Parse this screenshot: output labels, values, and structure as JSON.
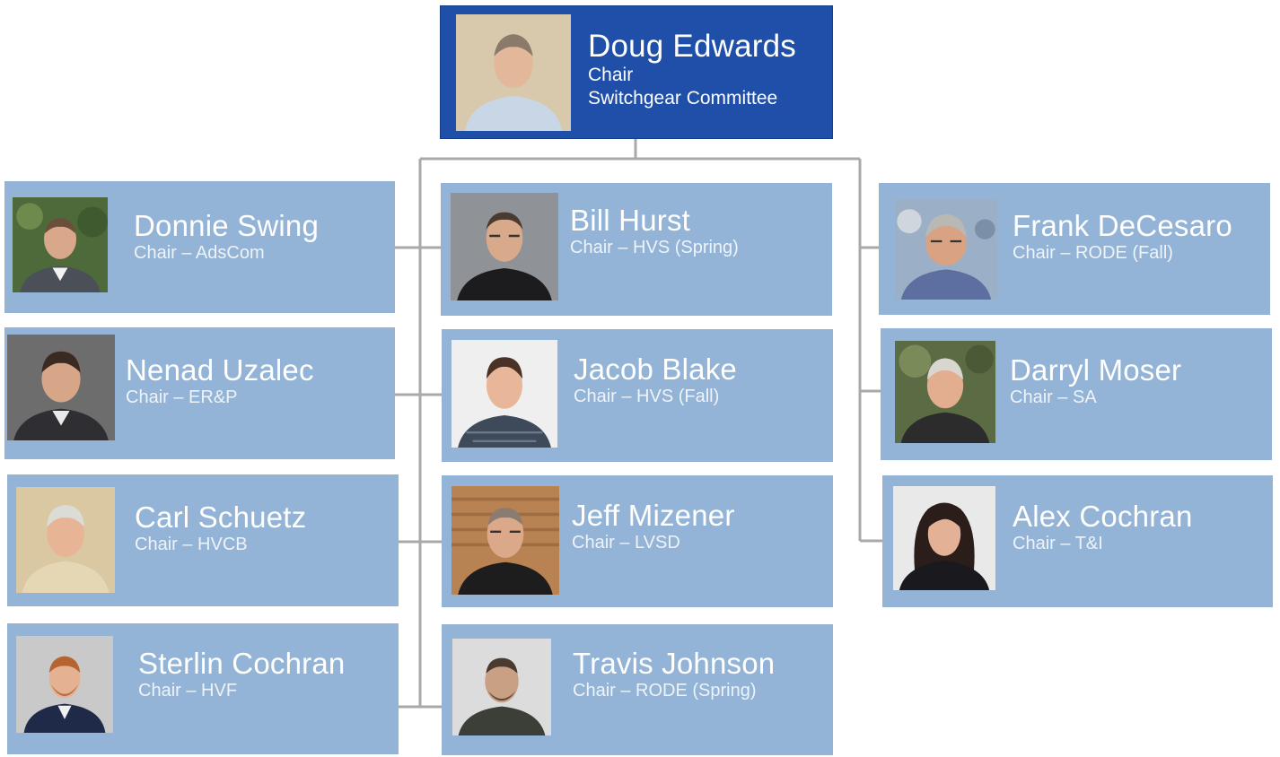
{
  "root": {
    "name": "Doug Edwards",
    "role": "Chair",
    "committee": "Switchgear Committee",
    "photo": "portrait-doug-edwards"
  },
  "left": [
    {
      "name": "Donnie Swing",
      "role": "Chair – AdsCom",
      "photo": "portrait-donnie-swing"
    },
    {
      "name": "Nenad Uzalec",
      "role": "Chair – ER&P",
      "photo": "portrait-nenad-uzalec"
    },
    {
      "name": "Carl Schuetz",
      "role": "Chair – HVCB",
      "photo": "portrait-carl-schuetz"
    },
    {
      "name": "Sterlin Cochran",
      "role": "Chair – HVF",
      "photo": "portrait-sterlin-cochran"
    }
  ],
  "center": [
    {
      "name": "Bill Hurst",
      "role": "Chair – HVS (Spring)",
      "photo": "portrait-bill-hurst"
    },
    {
      "name": "Jacob Blake",
      "role": "Chair – HVS (Fall)",
      "photo": "portrait-jacob-blake"
    },
    {
      "name": "Jeff Mizener",
      "role": "Chair – LVSD",
      "photo": "portrait-jeff-mizener"
    },
    {
      "name": "Travis Johnson",
      "role": "Chair – RODE (Spring)",
      "photo": "portrait-travis-johnson"
    }
  ],
  "right": [
    {
      "name": "Frank DeCesaro",
      "role": "Chair – RODE (Fall)",
      "photo": "portrait-frank-decesaro"
    },
    {
      "name": "Darryl Moser",
      "role": "Chair – SA",
      "photo": "portrait-darryl-moser"
    },
    {
      "name": "Alex Cochran",
      "role": "Chair – T&I",
      "photo": "portrait-alex-cochran"
    }
  ],
  "colors": {
    "root_fill": "#1f4fa8",
    "member_fill": "#93b4d6",
    "connector": "#a9a9a9",
    "text": "#ffffff"
  }
}
